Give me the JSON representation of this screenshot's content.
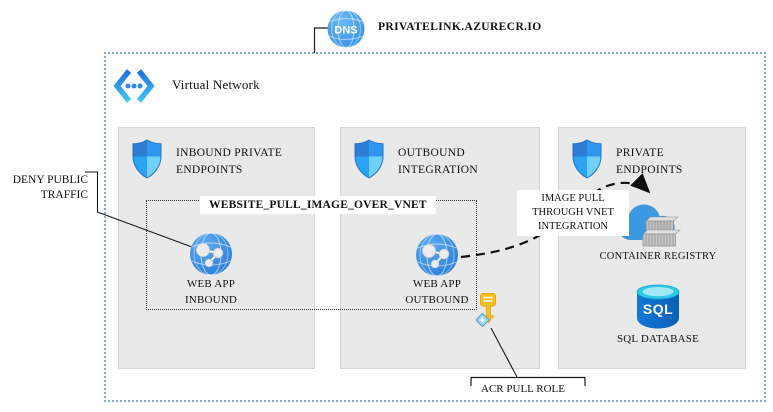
{
  "dns": {
    "icon_text": "DNS",
    "label": "PRIVATELINK.AZURECR.IO"
  },
  "vnet": {
    "title": "Virtual Network"
  },
  "panels": [
    {
      "title": "INBOUND PRIVATE ENDPOINTS"
    },
    {
      "title": "OUTBOUND INTEGRATION"
    },
    {
      "title": "PRIVATE ENDPOINTS"
    }
  ],
  "nodes": {
    "web_app_inbound": {
      "label": "WEB APP INBOUND"
    },
    "web_app_outbound": {
      "label": "WEB APP OUTBOUND"
    },
    "container_registry": {
      "label": "CONTAINER REGISTRY"
    },
    "sql_database": {
      "label": "SQL DATABASE",
      "icon_text": "SQL"
    },
    "acr_pull_role": {
      "label": "ACR PULL ROLE"
    }
  },
  "annotations": {
    "deny_public_traffic": "DENY PUBLIC TRAFFIC",
    "website_pull_setting": "WEBSITE_PULL_IMAGE_OVER_VNET",
    "image_pull_flow": "IMAGE PULL THROUGH VNET INTEGRATION"
  },
  "colors": {
    "vnet_border": "#7FA8DC",
    "panel_bg": "#E9E9E9",
    "panel_border": "#D5D5D5",
    "azure_blue": "#2E86E8",
    "shield_dark": "#2F7CD3",
    "shield_light": "#6FD0F9",
    "sql_cyan": "#3ED0EC",
    "key_gold": "#F5C01F",
    "connector": "#1A1A1A"
  }
}
